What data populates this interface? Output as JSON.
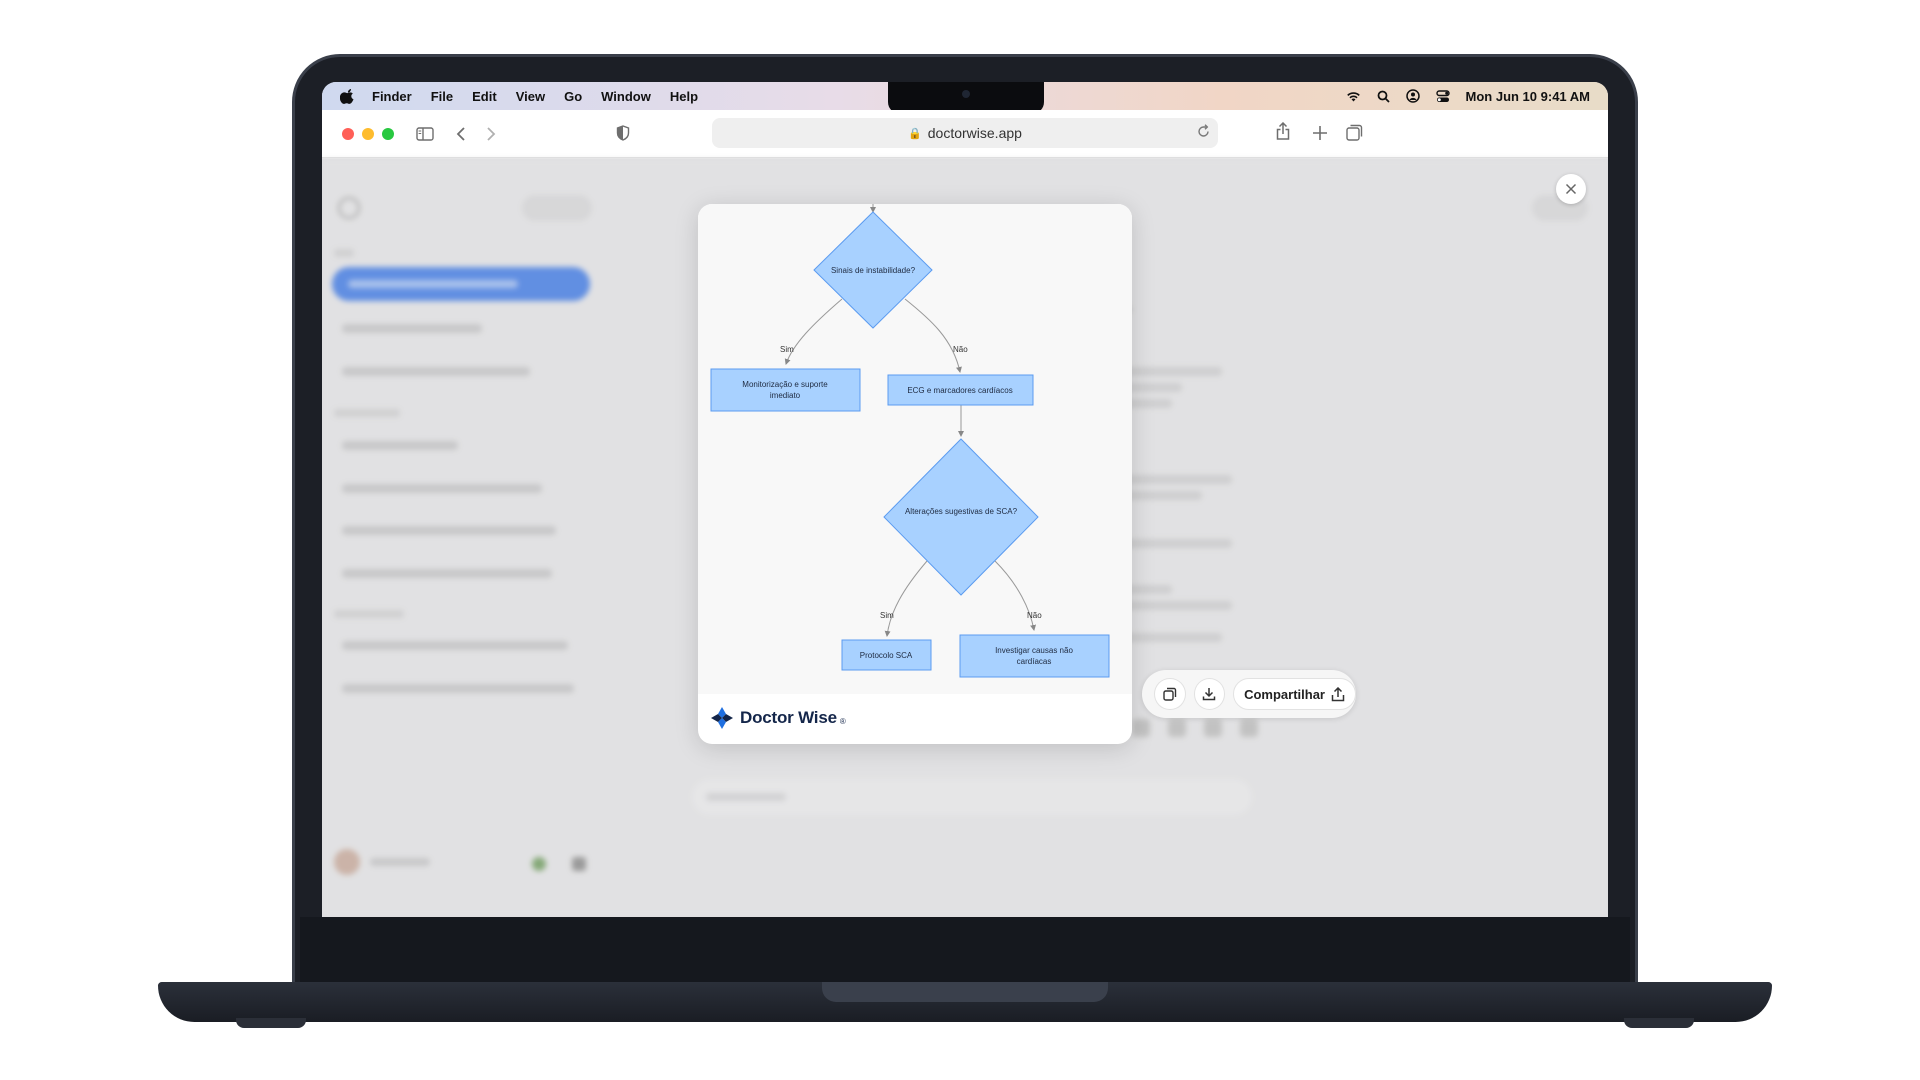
{
  "menubar": {
    "apple_icon": "apple-logo-icon",
    "items": [
      "Finder",
      "File",
      "Edit",
      "View",
      "Go",
      "Window",
      "Help"
    ],
    "status_icons": [
      "wifi-icon",
      "search-icon",
      "user-icon",
      "control-center-icon"
    ],
    "clock": "Mon Jun 10  9:41 AM"
  },
  "browser": {
    "url": "doctorwise.app",
    "traffic_colors": [
      "#ff5f57",
      "#febc2e",
      "#28c840"
    ]
  },
  "diagram": {
    "nodes": [
      {
        "id": "d1",
        "type": "decision",
        "label": "Sinais de instabilidade?"
      },
      {
        "id": "p1",
        "type": "process",
        "label_lines": [
          "Monitorização e suporte",
          "imediato"
        ]
      },
      {
        "id": "p2",
        "type": "process",
        "label_lines": [
          "ECG e marcadores cardíacos"
        ]
      },
      {
        "id": "d2",
        "type": "decision",
        "label": "Alterações sugestivas de SCA?"
      },
      {
        "id": "p3",
        "type": "process",
        "label_lines": [
          "Protocolo SCA"
        ]
      },
      {
        "id": "p4",
        "type": "process",
        "label_lines": [
          "Investigar causas não",
          "cardíacas"
        ]
      }
    ],
    "edges": [
      {
        "from": "d1",
        "to": "p1",
        "label": "Sim"
      },
      {
        "from": "d1",
        "to": "p2",
        "label": "Não"
      },
      {
        "from": "p2",
        "to": "d2",
        "label": ""
      },
      {
        "from": "d2",
        "to": "p3",
        "label": "Sim"
      },
      {
        "from": "d2",
        "to": "p4",
        "label": "Não"
      }
    ],
    "colors": {
      "fill": "#a8d1ff",
      "stroke": "#5b9bf0",
      "edge": "#999999"
    }
  },
  "brand": {
    "name": "Doctor Wise",
    "mark": "®",
    "color": "#14264a",
    "logo_color": "#1f6fe0"
  },
  "actions": {
    "copy_icon": "copy-icon",
    "download_icon": "download-icon",
    "share_label": "Compartilhar",
    "share_icon": "share-icon"
  }
}
